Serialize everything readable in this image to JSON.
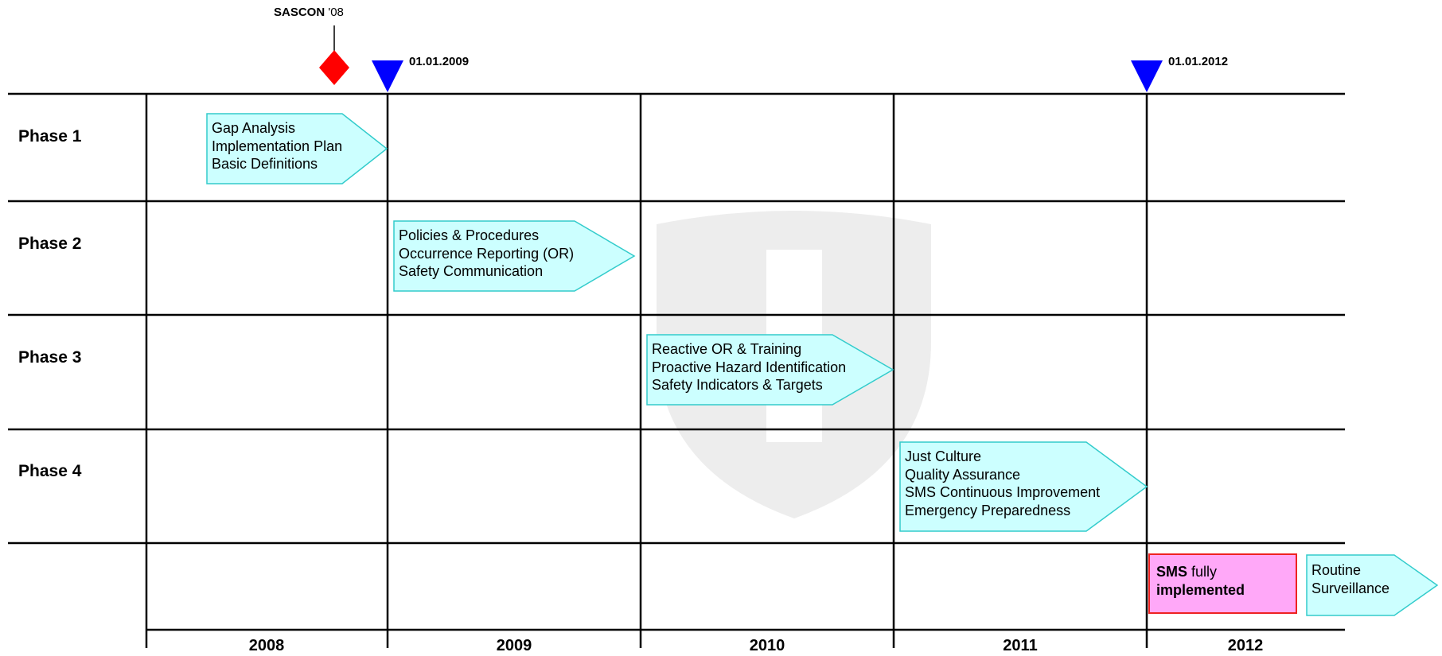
{
  "colors": {
    "arrow_fill": "#ccffff",
    "arrow_stroke": "#33cccc",
    "milestone_triangle": "#0000ff",
    "milestone_diamond": "#ff0000",
    "sms_fill": "#ffa8f8",
    "sms_border": "#ee2222",
    "grid": "#000000",
    "watermark": "#ededed"
  },
  "milestones": {
    "sascon": {
      "bold": "SASCON",
      "rest": " '08",
      "icon": "diamond-marker"
    },
    "start_2009": {
      "label": "01.01.2009",
      "icon": "triangle-marker"
    },
    "start_2012": {
      "label": "01.01.2012",
      "icon": "triangle-marker"
    }
  },
  "phases": [
    {
      "label": "Phase 1",
      "tasks": [
        "Gap Analysis",
        "Implementation Plan",
        "Basic Definitions"
      ]
    },
    {
      "label": "Phase 2",
      "tasks": [
        "Policies & Procedures",
        "Occurrence Reporting (OR)",
        "Safety Communication"
      ]
    },
    {
      "label": "Phase 3",
      "tasks": [
        "Reactive OR & Training",
        "Proactive Hazard Identification",
        "Safety Indicators & Targets"
      ]
    },
    {
      "label": "Phase 4",
      "tasks": [
        "Just Culture",
        "Quality Assurance",
        "SMS Continuous Improvement",
        "Emergency Preparedness"
      ]
    }
  ],
  "final_row": {
    "sms_bold": "SMS",
    "sms_rest": " fully",
    "sms_line2": "implemented",
    "routine": [
      "Routine",
      "Surveillance"
    ]
  },
  "years": [
    "2008",
    "2009",
    "2010",
    "2011",
    "2012"
  ],
  "watermark": "shield-watermark-icon"
}
